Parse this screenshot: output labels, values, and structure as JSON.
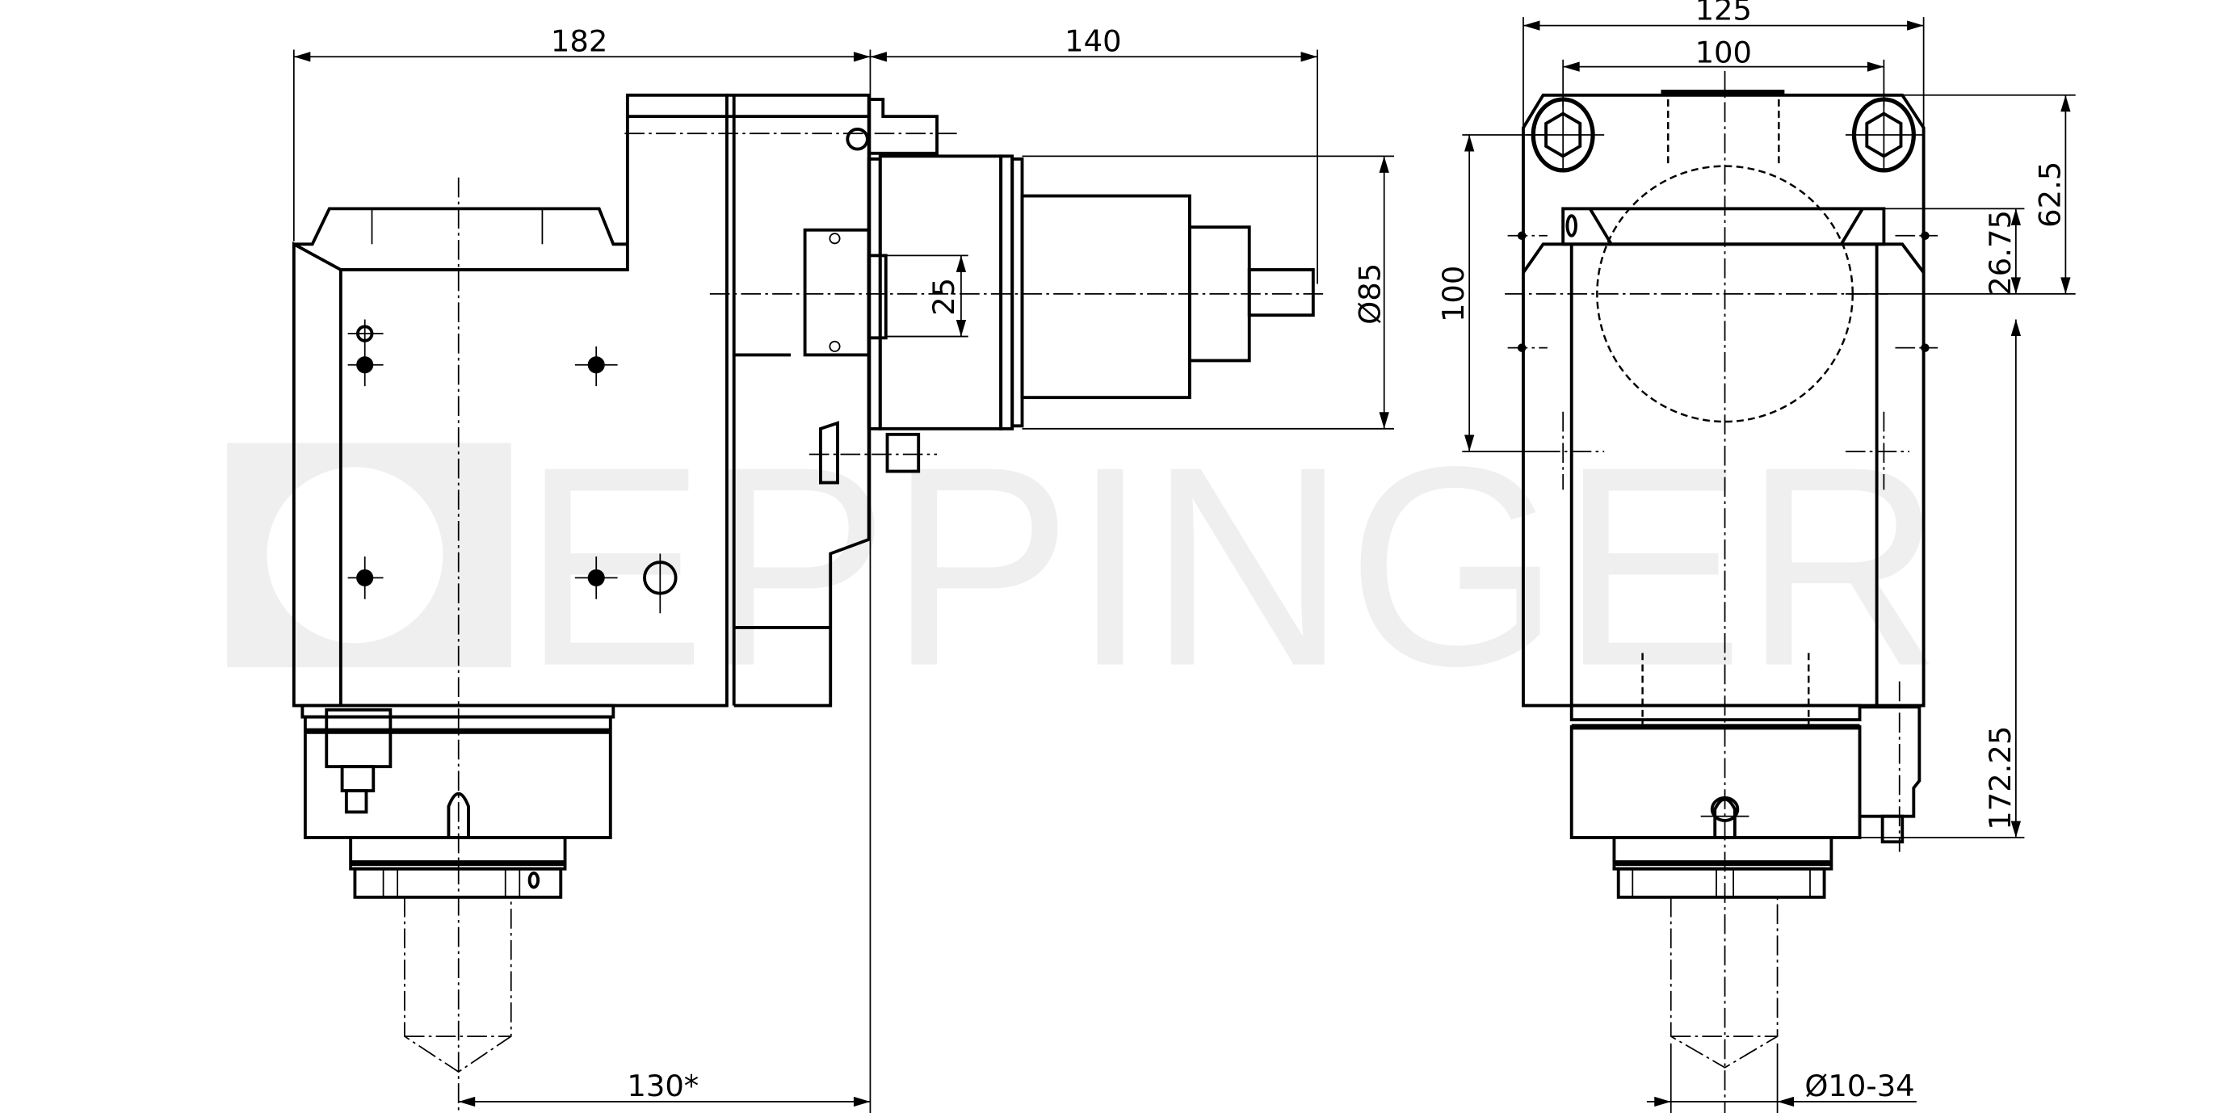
{
  "watermark": {
    "brand": "EPPINGER",
    "color": "#efefef"
  },
  "side_view": {
    "dimensions": {
      "overall_width_left": "182",
      "overall_width_right": "140",
      "motor_diameter": "Ø85",
      "offset": "25",
      "tool_offset": "130*"
    }
  },
  "front_view": {
    "dimensions": {
      "width": "125",
      "bolt_spacing": "100",
      "bolt_height": "100",
      "top_height": "62.5",
      "slot_height": "26.75",
      "lower_height": "172.25",
      "tool_diameter_range": "Ø10-34"
    }
  },
  "colors": {
    "line": "#000000",
    "background": "#ffffff"
  }
}
